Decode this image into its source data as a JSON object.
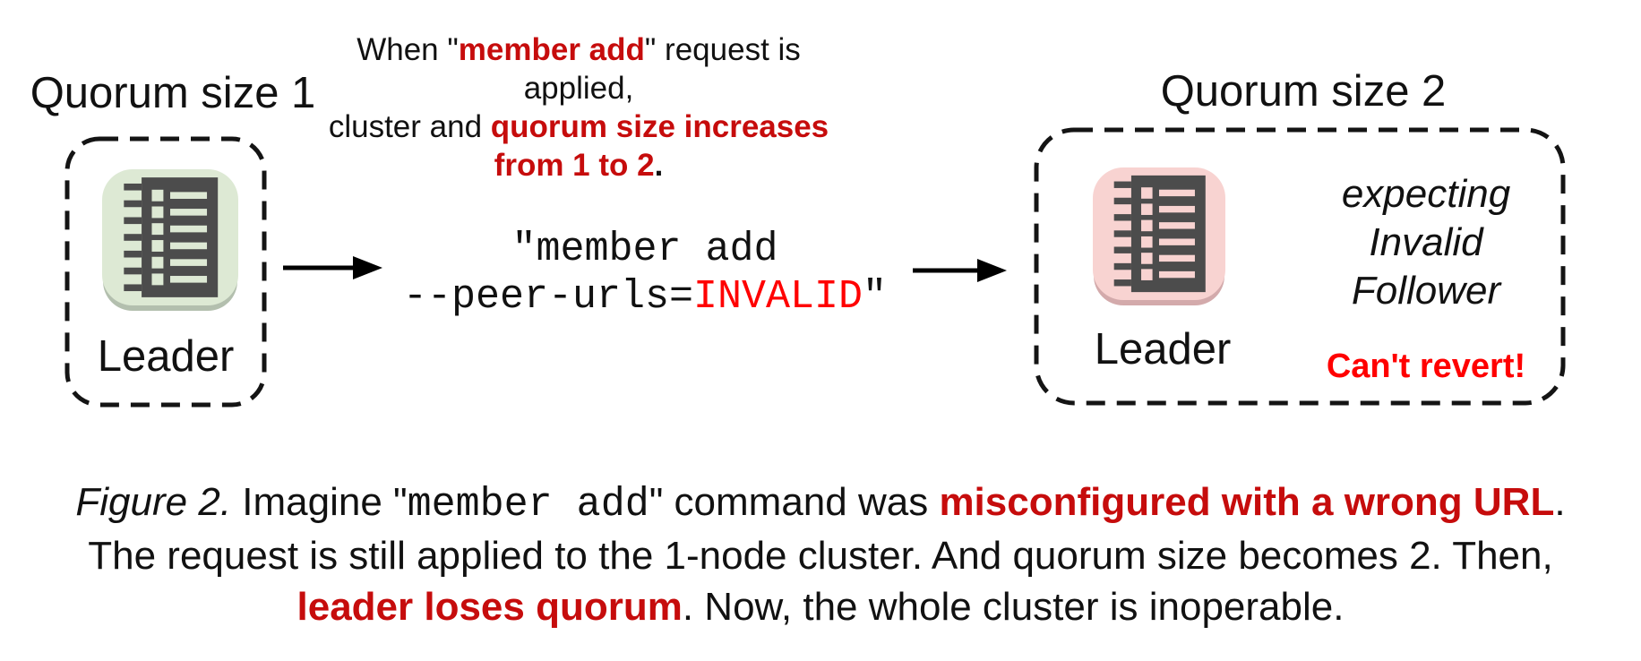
{
  "colors": {
    "red_bold": "#c60c0c",
    "red_bright": "#ff0000",
    "ink": "#111111",
    "green_bg": "#dde9d4",
    "green_edge": "#b3bfae",
    "pink_bg": "#f8d3d1",
    "pink_edge": "#d3aaab",
    "glyph": "#4c4c4c"
  },
  "annotation": {
    "l1a": "When \"",
    "l1b": "member add",
    "l1c": "\" request is applied,",
    "l2a": "cluster and ",
    "l2b": "quorum size increases",
    "l3a": "from 1 to 2",
    "l3b": "."
  },
  "left_cluster": {
    "title": "Quorum size 1",
    "node_label": "Leader"
  },
  "command": {
    "l1": "\"member add",
    "l2a": "--peer-urls=",
    "l2b": "INVALID",
    "l2c": "\""
  },
  "right_cluster": {
    "title": "Quorum size 2",
    "node_label": "Leader",
    "expect1": "expecting",
    "expect2": "Invalid",
    "expect3": "Follower",
    "warning": "Can't revert!"
  },
  "caption": {
    "l1a": "Figure 2.",
    "l1b": " Imagine \"",
    "l1c": "member add",
    "l1d": "\" command was ",
    "l1e": "misconfigured with a wrong URL",
    "l1f": ".",
    "l2": "The request is still applied to the 1-node cluster. And quorum size becomes 2. Then,",
    "l3a": "leader loses quorum",
    "l3b": ". Now, the whole cluster is inoperable."
  }
}
